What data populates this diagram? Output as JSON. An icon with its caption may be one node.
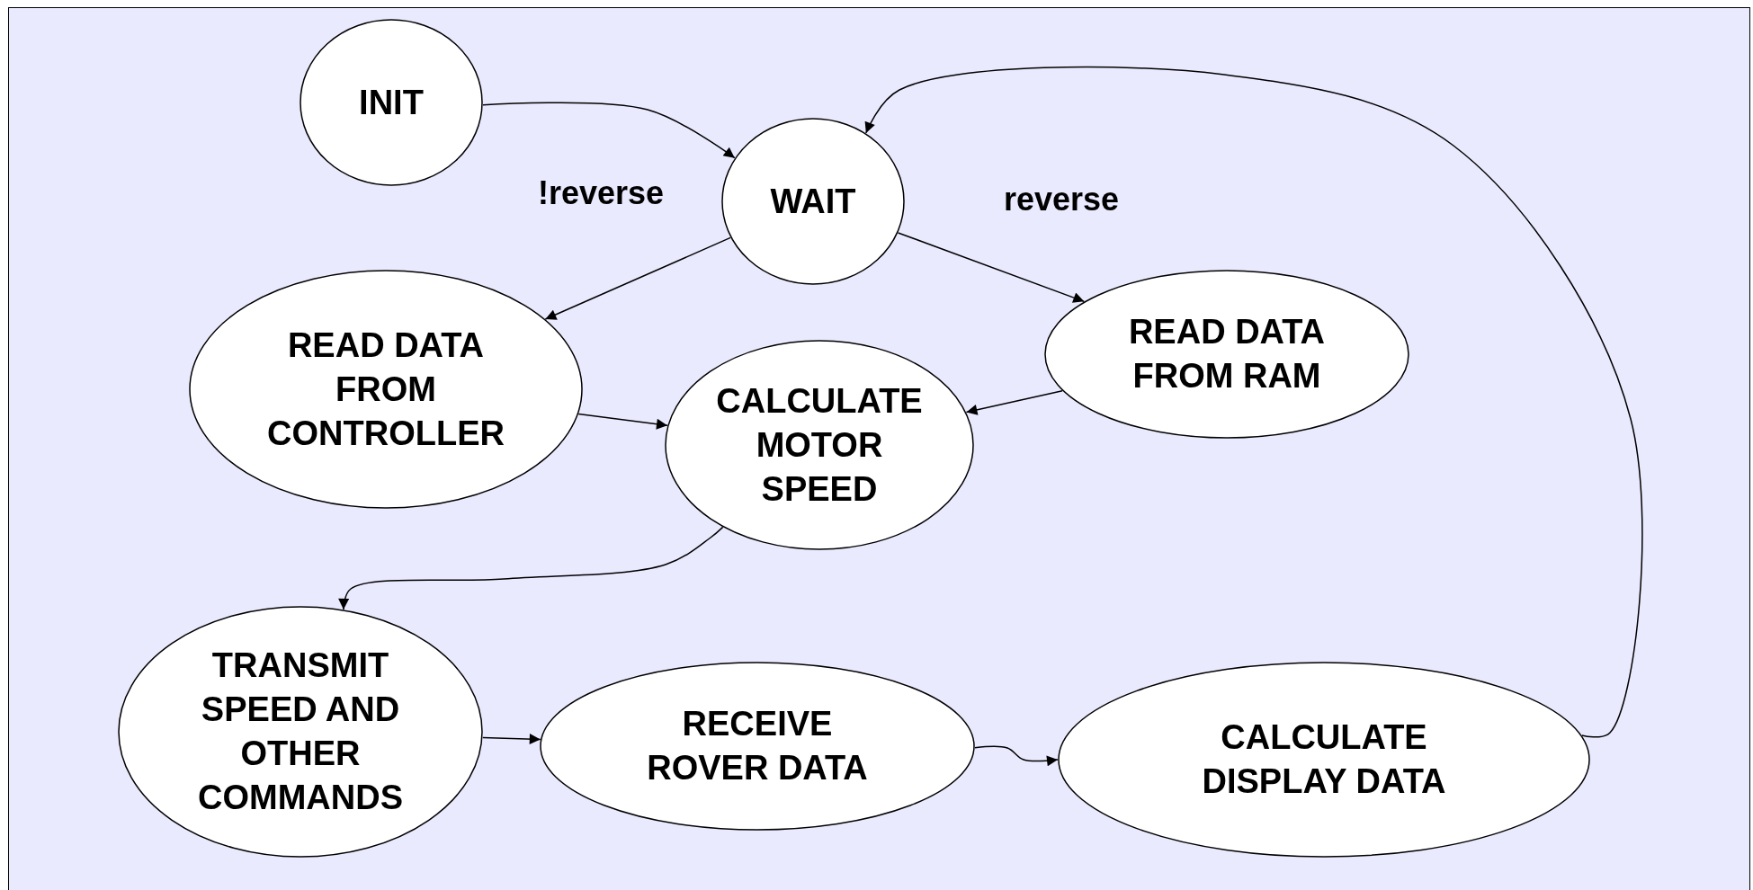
{
  "diagram": {
    "nodes": [
      {
        "text": [
          "INIT"
        ]
      },
      {
        "text": [
          "WAIT"
        ]
      },
      {
        "text": [
          "READ DATA FROM CONTROLLER"
        ]
      },
      {
        "text": [
          "CALCULATE MOTOR SPEED"
        ]
      },
      {
        "text": [
          "READ DATA FROM RAM"
        ]
      },
      {
        "text": [
          "TRANSMIT SPEED AND OTHER COMMANDS"
        ]
      },
      {
        "text": [
          "RECEIVE ROVER DATA"
        ]
      },
      {
        "text": [
          "CALCULATE DISPLAY DATA"
        ]
      }
    ],
    "edges": [
      {
        "from": 0,
        "to": 1,
        "arrow": "to"
      },
      {
        "from": 1,
        "to": 2,
        "arrow": "to",
        "label": "!reverse"
      },
      {
        "from": 1,
        "to": 4,
        "arrow": "to",
        "label": "reverse"
      },
      {
        "from": 2,
        "to": 3,
        "arrow": "to"
      },
      {
        "from": 4,
        "to": 3,
        "arrow": "to"
      },
      {
        "from": 3,
        "to": 5,
        "arrow": "to"
      },
      {
        "from": 5,
        "to": 6,
        "arrow": "to"
      },
      {
        "from": 6,
        "to": 7,
        "arrow": "to"
      },
      {
        "from": 7,
        "to": 1,
        "arrow": "to"
      }
    ]
  }
}
